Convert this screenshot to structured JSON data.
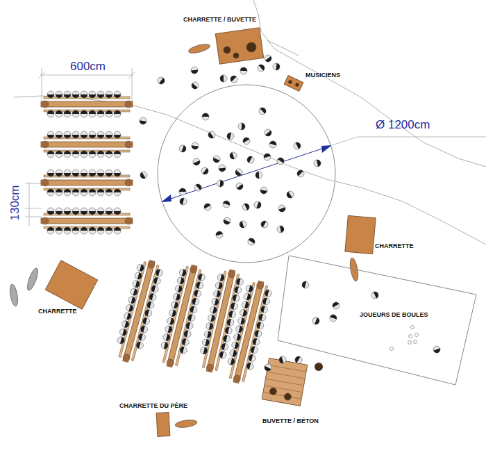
{
  "diagram": {
    "nodes": [
      {
        "text": [
          "JOUEURS DE BOULES"
        ]
      }
    ],
    "labels": [
      "CHARRETTE / BUVETTE",
      "MUSICIENS",
      "600cm",
      "Ø 1200cm",
      "130cm",
      "CHARRETTE",
      "CHARRETTE",
      "CHARRETTE DU PÈRE",
      "BUVETTE / BÉTON"
    ]
  }
}
